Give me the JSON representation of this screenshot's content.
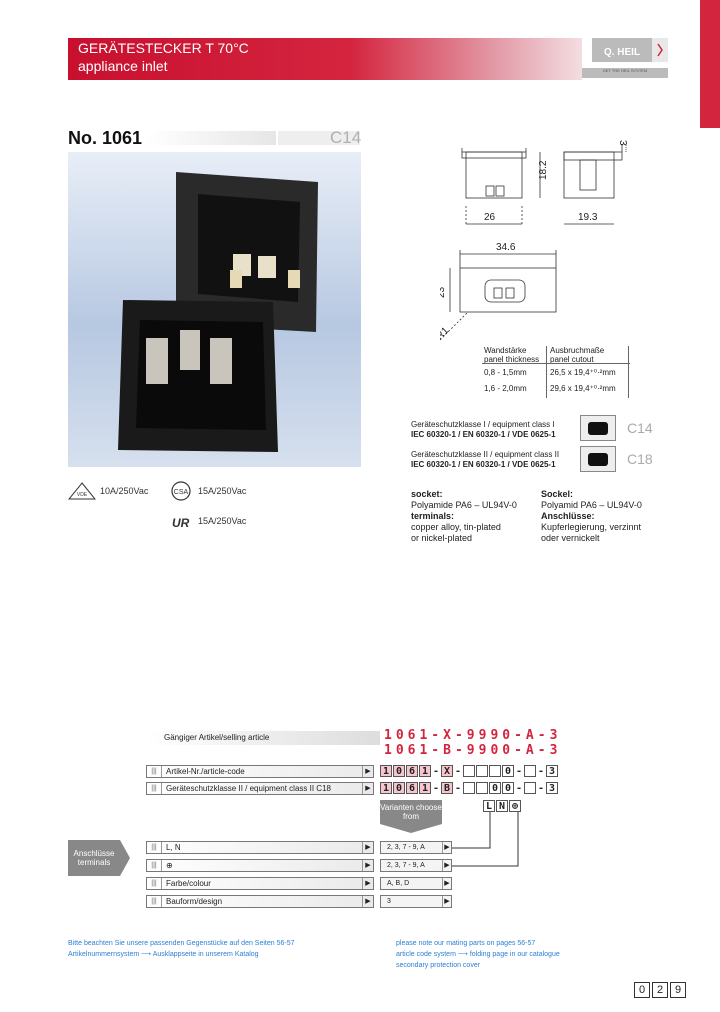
{
  "header": {
    "title_de": "GERÄTESTECKER T 70°C",
    "title_en": "appliance inlet",
    "logo": "Q. HEIL",
    "logo_sub": "GET THE HEIL SYSTEM"
  },
  "product": {
    "number": "No. 1061",
    "type_tag": "C14"
  },
  "drawing": {
    "dim_3": "3",
    "dim_18_2": "18.2",
    "dim_26": "26",
    "dim_19_3": "19.3",
    "dim_34_6": "34.6",
    "dim_23": "23",
    "dim_r1": "R1"
  },
  "panel_table": {
    "col1_de": "Wandstärke",
    "col1_en": "panel thickness",
    "col2_de": "Ausbruchmaße",
    "col2_en": "panel cutout",
    "rows": [
      {
        "thickness": "0,8 - 1,5mm",
        "cutout": "26,5   x 19,4⁺⁰·²mm"
      },
      {
        "thickness": "1,6 - 2,0mm",
        "cutout": "29,6   x 19,4⁺⁰·²mm"
      }
    ]
  },
  "classes": [
    {
      "line1": "Geräteschutzklasse I / equipment class I",
      "line2": "IEC 60320-1 / EN 60320-1 / VDE 0625-1",
      "tag": "C14"
    },
    {
      "line1": "Geräteschutzklasse II / equipment class II",
      "line2": "IEC 60320-1 / EN 60320-1 / VDE 0625-1",
      "tag": "C18"
    }
  ],
  "approvals": [
    {
      "mark": "VDE",
      "rating": "10A/250Vac"
    },
    {
      "mark": "CSA",
      "rating": "15A/250Vac"
    },
    {
      "mark": "UR",
      "rating": "15A/250Vac"
    }
  ],
  "materials": {
    "en_socket_label": "socket:",
    "en_socket": "Polyamide PA6 – UL94V-0",
    "en_terminals_label": "terminals:",
    "en_terminals_1": "copper alloy, tin-plated",
    "en_terminals_2": "or nickel-plated",
    "de_socket_label": "Sockel:",
    "de_socket": "Polyamid PA6 – UL94V-0",
    "de_terminals_label": "Anschlüsse:",
    "de_terminals_1": "Kupferlegierung, verzinnt",
    "de_terminals_2": "oder vernickelt"
  },
  "ordering": {
    "selling_label": "Gängiger Artikel/selling article",
    "selling_code_1": "1061-X-9990-A-3",
    "selling_code_2": "1061-B-9900-A-3",
    "row_article": "Artikel-Nr./article-code",
    "row_class2": "Geräteschutzklasse II / equipment class II    C18",
    "variants_btn": "Varianten choose from",
    "terminals_btn_1": "Anschlüsse",
    "terminals_btn_2": "terminals",
    "row_ln": "L, N",
    "row_pe": "⊕",
    "row_colour": "Farbe/colour",
    "row_design": "Bauform/design",
    "val_ln": "2, 3, 7 - 9, A",
    "val_pe": "2, 3, 7 - 9, A",
    "val_colour": "A, B, D",
    "val_design": "3",
    "code_x": "X",
    "code_b": "B",
    "code_0": "0",
    "code_3": "3",
    "code_1061": [
      "1",
      "0",
      "6",
      "1"
    ],
    "sel_L": "L",
    "sel_N": "N",
    "sel_PE": "⊕"
  },
  "footer": {
    "de_1": "Bitte beachten Sie unsere passenden Gegenstücke auf den Seiten 56-57",
    "de_2": "Artikelnummernsystem ⟶ Ausklappseite in unserem Katalog",
    "en_1": "please note our mating parts on pages 56-57",
    "en_2": "article code system ⟶ folding page in our catalogue",
    "en_3": "secondary protection cover"
  },
  "page_number": [
    "0",
    "2",
    "9"
  ]
}
